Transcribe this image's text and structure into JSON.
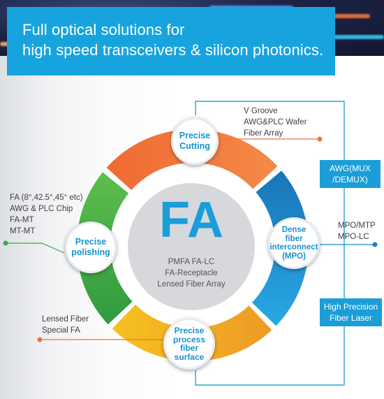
{
  "banner": {
    "line1": "Full optical solutions for",
    "line2": "high speed transceivers & silicon photonics."
  },
  "center": {
    "title": "FA",
    "items": [
      "PMFA FA-LC",
      "FA-Receptacle",
      "Lensed Fiber Array"
    ]
  },
  "segments": {
    "cutting": [
      "Precise",
      "Cutting"
    ],
    "dense": [
      "Dense",
      "fiber",
      "interconnect",
      "(MPO)"
    ],
    "process": [
      "Precise",
      "process",
      "fiber",
      "surface"
    ],
    "polishing": [
      "Precise",
      "polishing"
    ]
  },
  "labels": {
    "cutting": [
      "V Groove",
      "AWG&PLC Wafer",
      "Fiber Array"
    ],
    "polishing": [
      "FA (8°,42.5°,45° etc)",
      "AWG & PLC Chip",
      "FA-MT",
      "MT-MT"
    ],
    "dense": [
      "MPO/MTP",
      "MPO-LC"
    ],
    "process": [
      "Lensed Fiber",
      "Special FA"
    ]
  },
  "boxes": {
    "awg": [
      "AWG(MUX",
      "/DEMUX)"
    ],
    "laser": [
      "High Precision",
      "Fiber Laser"
    ]
  },
  "colors": {
    "accent": "#17a4de",
    "cutting": "#f0733a",
    "dense": "#1a86c8",
    "process": "#f2b81f",
    "polishing": "#3aaa48"
  }
}
